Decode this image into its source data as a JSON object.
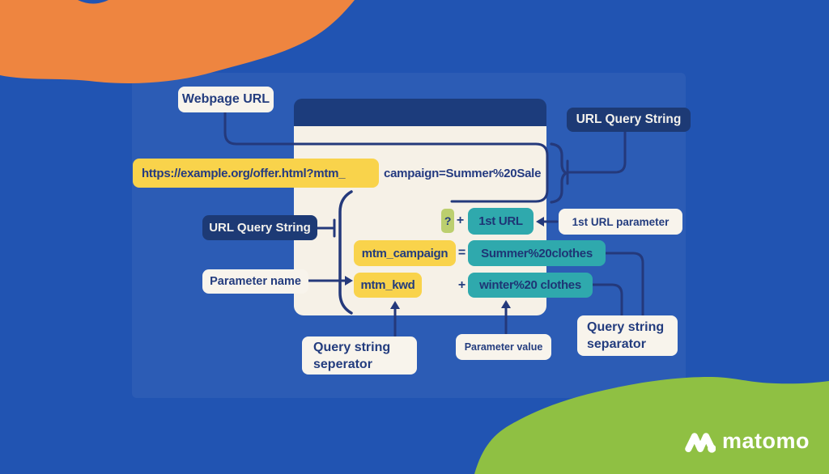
{
  "colors": {
    "background_blue": "#2154b2",
    "orange_blob": "#ee8540",
    "green_blob": "#8fc043",
    "window_header_navy": "#1c3c7c",
    "window_body_cream": "#f6f1e7",
    "label_white_bg": "#f8f4ec",
    "label_navy_bg": "#1d3a75",
    "text_navy": "#233c7e",
    "line_navy": "#24397b",
    "chip_yellow": "#f9d34b",
    "chip_teal": "#2fa9ad",
    "chip_light_green": "#bccf6e",
    "logo_white": "#ffffff"
  },
  "url": {
    "highlighted": "https://example.org/offer.html?mtm_",
    "query": "campaign=Summer%20Sale"
  },
  "labels": {
    "webpage_url": "Webpage URL",
    "url_query_string_top": "URL Query String",
    "url_query_string_left": "URL Query String",
    "parameter_name": "Parameter name",
    "first_url_parameter": "1st URL parameter",
    "query_string_seperator_left": {
      "line1": "Query string",
      "line2": "seperator"
    },
    "parameter_value": "Parameter value",
    "query_string_separator_right": {
      "line1": "Query string",
      "line2": "separator"
    }
  },
  "breakdown": {
    "row1": {
      "separator": "?",
      "operator": "+",
      "value": "1st URL"
    },
    "row2": {
      "name": "mtm_campaign",
      "operator": "=",
      "value": "Summer%20clothes"
    },
    "row3": {
      "name": "mtm_kwd",
      "operator": "+",
      "value": "winter%20 clothes"
    }
  },
  "logo": {
    "text": "matomo"
  }
}
